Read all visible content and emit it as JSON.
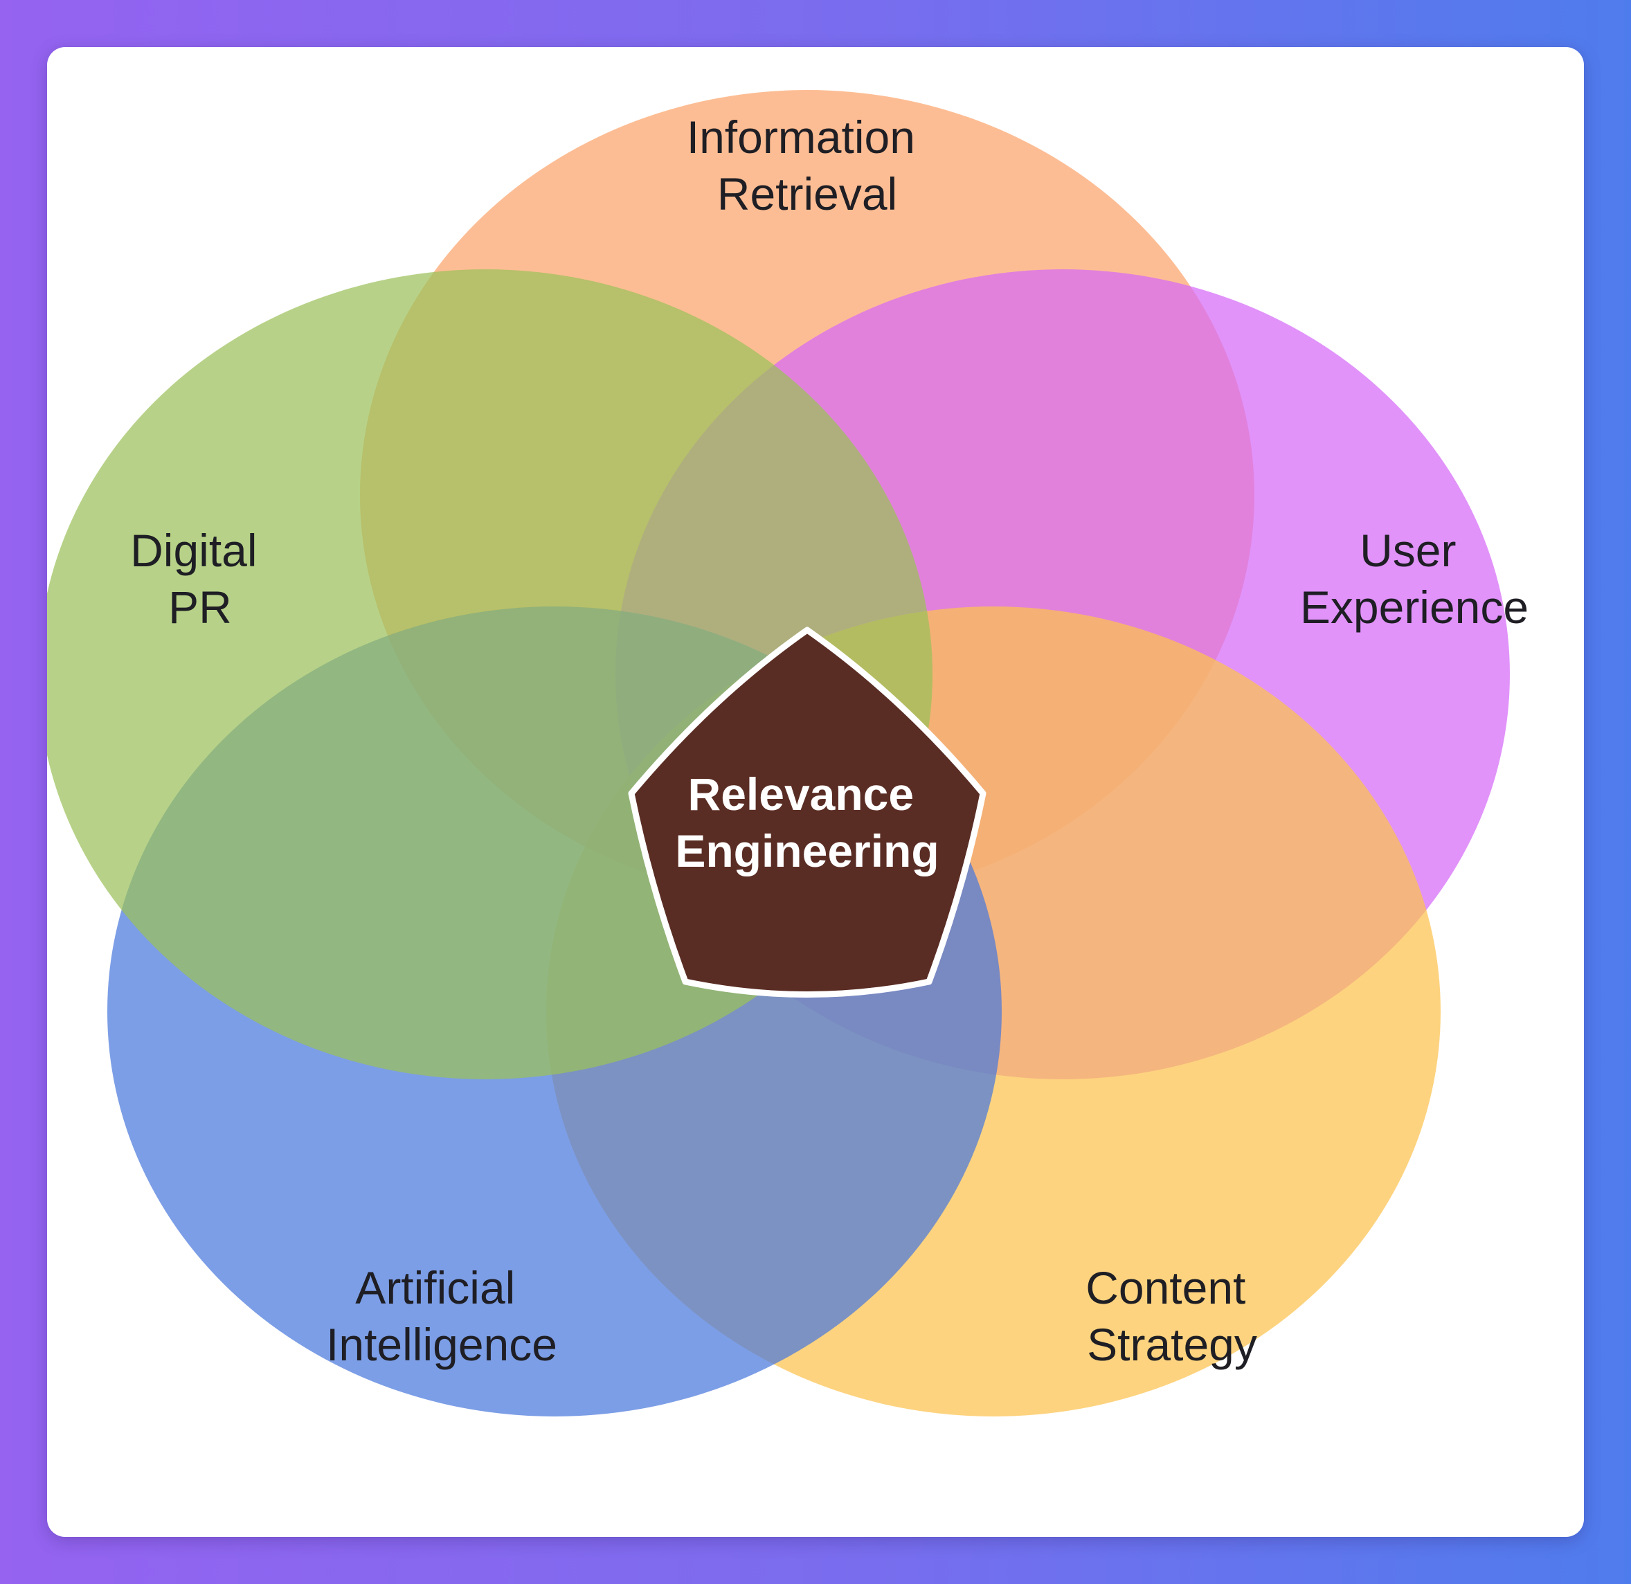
{
  "colors": {
    "background_left": "#9563f0",
    "background_right": "#4f7ced",
    "card": "#ffffff",
    "center_fill": "#5a2d24",
    "center_stroke": "#ffffff"
  },
  "sets": [
    {
      "id": "information-retrieval",
      "lines": [
        "Information",
        "Retrieval"
      ],
      "color": "#fca36b"
    },
    {
      "id": "user-experience",
      "lines": [
        "User",
        "Experience"
      ],
      "color": "#d66af8"
    },
    {
      "id": "content-strategy",
      "lines": [
        "Content",
        "Strategy"
      ],
      "color": "#fcc24e"
    },
    {
      "id": "artificial-intelligence",
      "lines": [
        "Artificial",
        "Intelligence"
      ],
      "color": "#4a79dc"
    },
    {
      "id": "digital-pr",
      "lines": [
        "Digital",
        "PR"
      ],
      "color": "#9bc15a"
    }
  ],
  "center": {
    "lines": [
      "Relevance",
      "Engineering"
    ]
  }
}
